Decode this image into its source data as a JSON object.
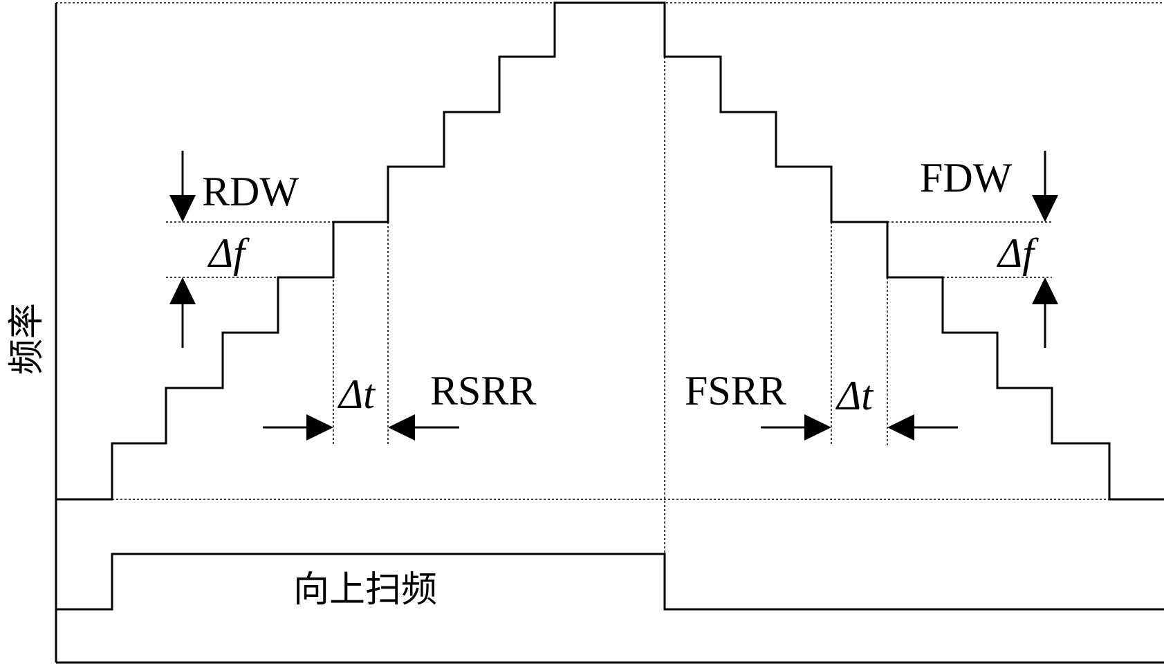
{
  "labels": {
    "y_axis": "频率",
    "rdw": "RDW",
    "fdw": "FDW",
    "delta_f_left": "Δf",
    "delta_f_right": "Δf",
    "delta_t_left": "Δt",
    "delta_t_right": "Δt",
    "rsrr": "RSRR",
    "fsrr": "FSRR",
    "sweep_up": "向上扫频"
  }
}
